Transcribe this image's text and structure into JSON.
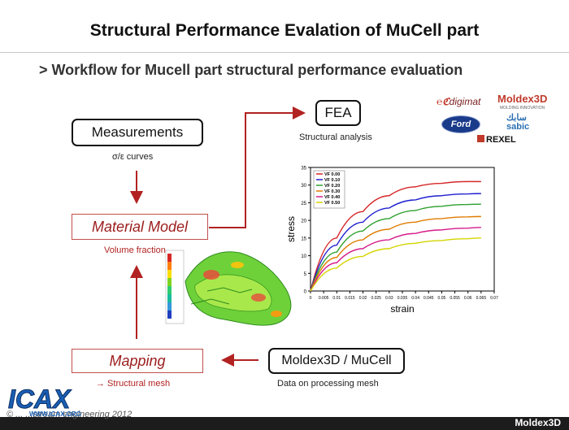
{
  "title": "Structural Performance Evalation of MuCell part",
  "subtitle": ">  Workflow for Mucell part structural performance evaluation",
  "workflow": {
    "measurements": {
      "label": "Measurements",
      "caption": "σ/ε curves"
    },
    "material_model": {
      "label": "Material Model",
      "caption": "Volume fraction"
    },
    "mapping": {
      "label": "Mapping",
      "caption": "→ Structural mesh"
    },
    "fea": {
      "label": "FEA",
      "caption": "Structural analysis"
    },
    "moldex": {
      "label": "Moldex3D / MuCell",
      "caption": "Data on processing mesh"
    }
  },
  "logos": {
    "digimat": "digimat",
    "moldex3d": "Moldex3D",
    "moldex3d_tagline": "MOLDING INNOVATION",
    "ford": "Ford",
    "sabic": "سابك sabic",
    "rexel": "REXEL"
  },
  "chart_data": {
    "type": "line",
    "xlabel": "strain",
    "ylabel": "stress",
    "xlim": [
      0,
      0.07
    ],
    "ylim": [
      0,
      35
    ],
    "x_ticks": [
      "0",
      "0.005",
      "0.01",
      "0.015",
      "0.02",
      "0.025",
      "0.03",
      "0.035",
      "0.04",
      "0.045",
      "0.05",
      "0.055",
      "0.06",
      "0.065",
      "0.07"
    ],
    "y_ticks": [
      "0",
      "5",
      "10",
      "15",
      "20",
      "25",
      "30",
      "35"
    ],
    "legend_position": "top-left",
    "grid": false,
    "series": [
      {
        "name": "VF 0.00",
        "color": "#d62728",
        "x": [
          0,
          0.01,
          0.02,
          0.03,
          0.04,
          0.05,
          0.06,
          0.065
        ],
        "values": [
          0,
          15,
          22.5,
          27,
          29.5,
          30.5,
          31,
          31
        ]
      },
      {
        "name": "VF 0.10",
        "color": "#1f1fd0",
        "x": [
          0,
          0.01,
          0.02,
          0.03,
          0.04,
          0.05,
          0.06,
          0.065
        ],
        "values": [
          0,
          13,
          19.5,
          23.5,
          25.8,
          27,
          27.5,
          27.6
        ]
      },
      {
        "name": "VF 0.20",
        "color": "#2ca02c",
        "x": [
          0,
          0.01,
          0.02,
          0.03,
          0.04,
          0.05,
          0.06,
          0.065
        ],
        "values": [
          0,
          11,
          17,
          20.5,
          22.8,
          24,
          24.5,
          24.6
        ]
      },
      {
        "name": "VF 0.30",
        "color": "#e07b00",
        "x": [
          0,
          0.01,
          0.02,
          0.03,
          0.04,
          0.05,
          0.06,
          0.065
        ],
        "values": [
          0,
          9.5,
          14.5,
          17.5,
          19.5,
          20.5,
          21,
          21.1
        ]
      },
      {
        "name": "VF 0.40",
        "color": "#d61a8a",
        "x": [
          0,
          0.01,
          0.02,
          0.03,
          0.04,
          0.05,
          0.06,
          0.065
        ],
        "values": [
          0,
          8,
          12,
          14.5,
          16.3,
          17.3,
          17.8,
          18
        ]
      },
      {
        "name": "VF 0.50",
        "color": "#d4d400",
        "x": [
          0,
          0.01,
          0.02,
          0.03,
          0.04,
          0.05,
          0.06,
          0.065
        ],
        "values": [
          0,
          6.5,
          9.8,
          12,
          13.5,
          14.3,
          14.8,
          15
        ]
      }
    ]
  },
  "footer": {
    "brand": "Moldex3D",
    "copyright": "© ... ...stream engineering 2012",
    "watermark": "ICAX",
    "watermark_url": "WWW.ICAX.ORG"
  }
}
